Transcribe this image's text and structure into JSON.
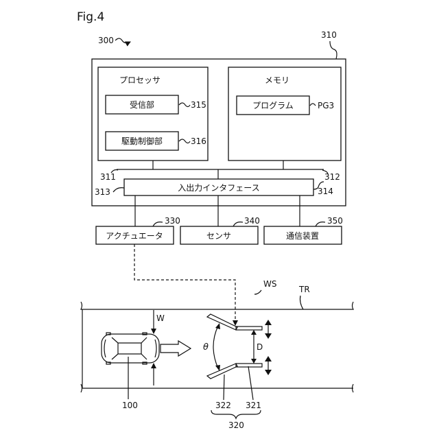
{
  "figure": {
    "title": "Fig.4"
  },
  "system": {
    "ref": "300",
    "controller": {
      "ref": "310",
      "processor": {
        "label": "プロセッサ",
        "ref": "311",
        "receiver": {
          "label": "受信部",
          "ref": "315"
        },
        "drive_control": {
          "label": "駆動制御部",
          "ref": "316"
        }
      },
      "memory": {
        "label": "メモリ",
        "ref": "312",
        "program": {
          "label": "プログラム",
          "ref": "PG3"
        }
      },
      "bus_ref": "314",
      "io": {
        "label": "入出力インタフェース",
        "ref": "313"
      }
    },
    "actuator": {
      "label": "アクチュエータ",
      "ref": "330"
    },
    "sensor": {
      "label": "センサ",
      "ref": "340"
    },
    "comm": {
      "label": "通信装置",
      "ref": "350"
    }
  },
  "road": {
    "ws_label": "WS",
    "tr_label": "TR",
    "vehicle_ref": "100",
    "width_label": "W",
    "angle_label": "θ",
    "gap_label": "D",
    "wall_ref_left": "322",
    "wall_ref_right": "321",
    "group_ref": "320"
  }
}
